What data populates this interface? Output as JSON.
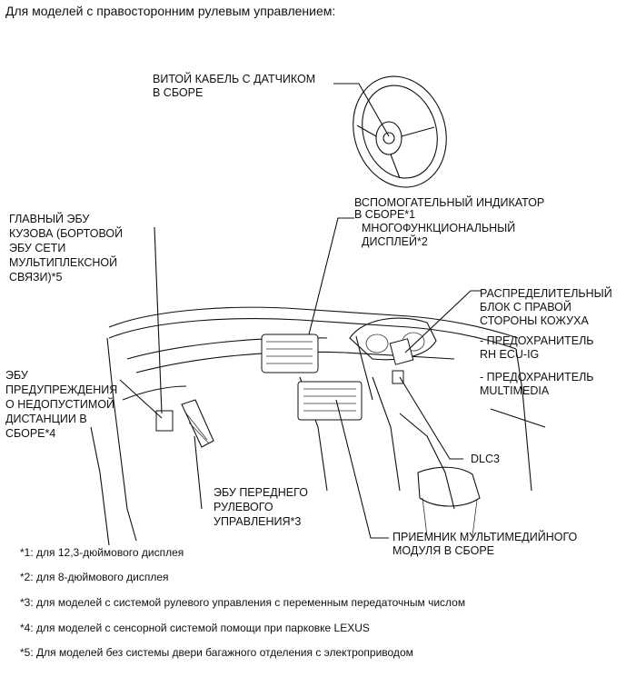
{
  "header": "Для моделей с правосторонним рулевым управлением:",
  "labels": {
    "spiral_cable": [
      "ВИТОЙ КАБЕЛЬ С ДАТЧИКОМ",
      "В СБОРЕ"
    ],
    "aux_indicator": [
      "ВСПОМОГАТЕЛЬНЫЙ ИНДИКАТОР",
      "В СБОРЕ*1"
    ],
    "multi_display": [
      "МНОГОФУНКЦИОНАЛЬНЫЙ",
      "ДИСПЛЕЙ*2"
    ],
    "main_body_ecu": [
      "ГЛАВНЫЙ ЭБУ",
      "КУЗОВА (БОРТОВОЙ",
      "ЭБУ СЕТИ",
      "МУЛЬТИПЛЕКСНОЙ",
      "СВЯЗИ)*5"
    ],
    "junction_block": [
      "РАСПРЕДЕЛИТЕЛЬНЫЙ",
      "БЛОК С ПРАВОЙ",
      "СТОРОНЫ КОЖУХА"
    ],
    "fuse_rh": [
      "- ПРЕДОХРАНИТЕЛЬ",
      "RH ECU-IG"
    ],
    "fuse_mm": [
      "- ПРЕДОХРАНИТЕЛЬ",
      "MULTIMEDIA"
    ],
    "clearance_ecu": [
      "ЭБУ",
      "ПРЕДУПРЕЖДЕНИЯ",
      "О НЕДОПУСТИМОЙ",
      "ДИСТАНЦИИ В",
      "СБОРЕ*4"
    ],
    "dlc3": [
      "DLC3"
    ],
    "steering_ecu": [
      "ЭБУ ПЕРЕДНЕГО",
      "РУЛЕВОГО",
      "УПРАВЛЕНИЯ*3"
    ],
    "receiver": [
      "ПРИЕМНИК МУЛЬТИМЕДИЙНОГО",
      "МОДУЛЯ В СБОРЕ"
    ]
  },
  "footnotes": [
    "*1: для 12,3-дюймового дисплея",
    "*2: для 8-дюймового дисплея",
    "*3: для моделей с системой рулевого управления с переменным передаточным числом",
    "*4: для моделей с сенсорной системой помощи при парковке LEXUS",
    "*5: Для моделей без системы двери багажного отделения с электроприводом"
  ]
}
